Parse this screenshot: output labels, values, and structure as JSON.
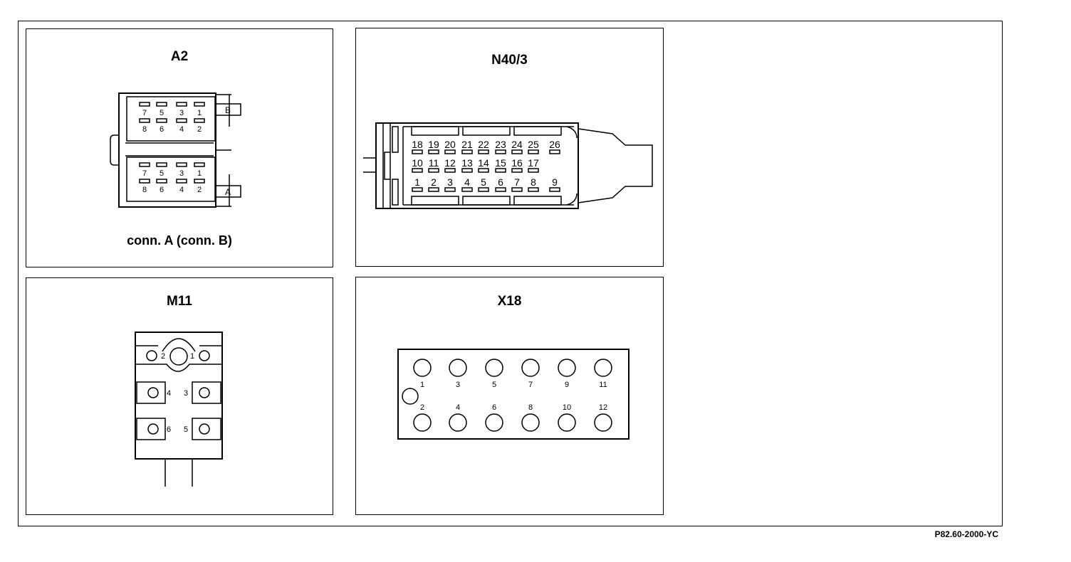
{
  "panels": {
    "a2": {
      "title": "A2",
      "caption": "conn. A (conn. B)",
      "side_label_top": "B",
      "side_label_bottom": "A",
      "pins_row_top": [
        "7",
        "5",
        "3",
        "1"
      ],
      "pins_row_bottom": [
        "8",
        "6",
        "4",
        "2"
      ]
    },
    "n40_3": {
      "title": "N40/3",
      "pins_row1": [
        "18",
        "19",
        "20",
        "21",
        "22",
        "23",
        "24",
        "25",
        "26"
      ],
      "pins_row2": [
        "10",
        "11",
        "12",
        "13",
        "14",
        "15",
        "16",
        "17"
      ],
      "pins_row3": [
        "1",
        "2",
        "3",
        "4",
        "5",
        "6",
        "7",
        "8",
        "9"
      ]
    },
    "m11": {
      "title": "M11",
      "pins": [
        "1",
        "2",
        "3",
        "4",
        "5",
        "6"
      ]
    },
    "x18": {
      "title": "X18",
      "pins_odd": [
        "1",
        "3",
        "5",
        "7",
        "9",
        "11"
      ],
      "pins_even": [
        "2",
        "4",
        "6",
        "8",
        "10",
        "12"
      ]
    }
  },
  "figure_code": "P82.60-2000-YC",
  "colors": {
    "line": "#000000",
    "background": "#ffffff"
  }
}
